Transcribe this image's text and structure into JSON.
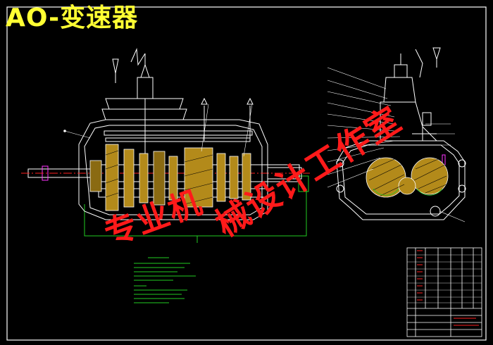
{
  "title": "AO-变速器",
  "watermark": {
    "part1": "专业机",
    "part2": "械设计工作室"
  },
  "colors": {
    "title": "#ffff33",
    "watermark": "#ff1a1a",
    "outline": "#ffffff",
    "gear_fill": "#b38a1a",
    "green_line": "#22cc22",
    "magenta": "#ff33ff",
    "red_line": "#ff2020"
  },
  "icons": [
    "roughness-symbol-icon",
    "weld-symbol-icon"
  ]
}
